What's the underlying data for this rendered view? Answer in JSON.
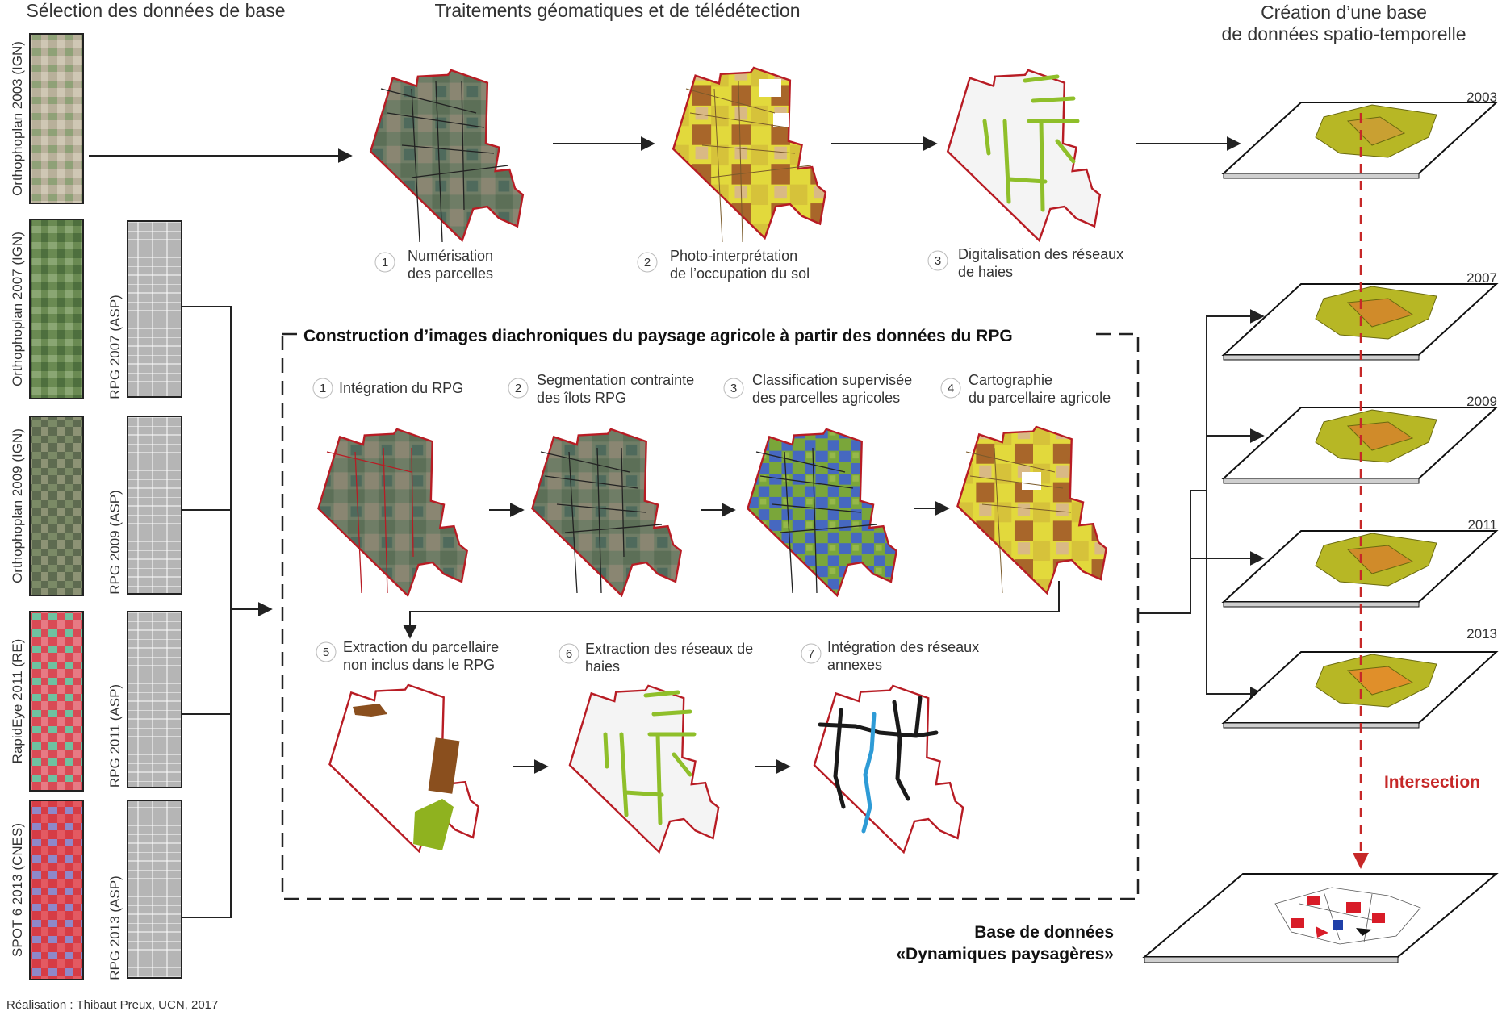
{
  "headers": {
    "col1": "Sélection des données de base",
    "col2": "Traitements géomatiques et de télédétection",
    "col3_line1": "Création d’une base",
    "col3_line2": "de données spatio-temporelle"
  },
  "left_images": [
    {
      "label": "Orthophoplan 2003 (IGN)"
    },
    {
      "label": "Orthophoplan 2007 (IGN)"
    },
    {
      "label": "Orthophoplan 2009 (IGN)"
    },
    {
      "label": "RapidEye 2011 (RE)"
    },
    {
      "label": "SPOT 6 2013 (CNES)"
    }
  ],
  "rpg_images": [
    {
      "label": "RPG 2007 (ASP)"
    },
    {
      "label": "RPG 2009 (ASP)"
    },
    {
      "label": "RPG 2011 (ASP)"
    },
    {
      "label": "RPG 2013 (ASP)"
    }
  ],
  "top_steps": [
    {
      "num": "1",
      "line1": "Numérisation",
      "line2": "des parcelles"
    },
    {
      "num": "2",
      "line1": "Photo-interprétation",
      "line2": "de l’occupation du sol"
    },
    {
      "num": "3",
      "line1": "Digitalisation des réseaux",
      "line2": "de haies"
    }
  ],
  "box_title": "Construction d’images diachroniques du paysage agricole à partir des données du RPG",
  "box_steps_row1": [
    {
      "num": "1",
      "line1": "Intégration du RPG",
      "line2": ""
    },
    {
      "num": "2",
      "line1": "Segmentation contrainte",
      "line2": "des îlots RPG"
    },
    {
      "num": "3",
      "line1": "Classification supervisée",
      "line2": "des parcelles agricoles"
    },
    {
      "num": "4",
      "line1": "Cartographie",
      "line2": "du parcellaire agricole"
    }
  ],
  "box_steps_row2": [
    {
      "num": "5",
      "line1": "Extraction du parcellaire",
      "line2": "non inclus dans le RPG"
    },
    {
      "num": "6",
      "line1": "Extraction des réseaux de",
      "line2": "haies"
    },
    {
      "num": "7",
      "line1": "Intégration des réseaux",
      "line2": "annexes"
    }
  ],
  "years": [
    "2003",
    "2007",
    "2009",
    "2011",
    "2013"
  ],
  "intersection_label": "Intersection",
  "database_line1": "Base de données",
  "database_line2": "«Dynamiques paysagères»",
  "credit": "Réalisation : Thibaut Preux, UCN, 2017",
  "colors": {
    "accent_red": "#c62828",
    "map_outline": "#b81c24",
    "hedge_green": "#8fbf2a",
    "yellow_landuse": "#e3dc3a",
    "brown_landuse": "#a5662a",
    "blue_class": "#3d63c8",
    "river_blue": "#2e9bd6"
  }
}
